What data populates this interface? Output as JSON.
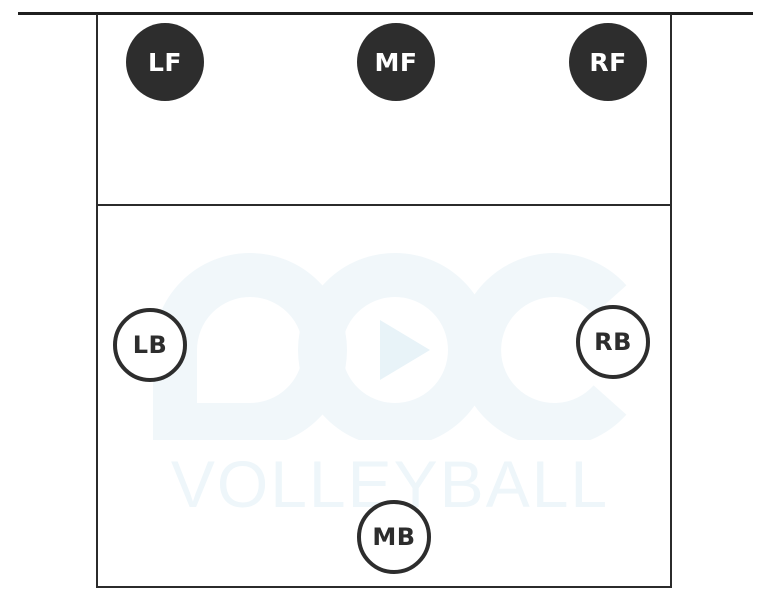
{
  "watermark": {
    "text": "VOLLEYBALL",
    "color": "#eef6fa"
  },
  "players": {
    "front": [
      {
        "id": "lf",
        "label": "LF"
      },
      {
        "id": "mf",
        "label": "MF"
      },
      {
        "id": "rf",
        "label": "RF"
      }
    ],
    "back": [
      {
        "id": "lb",
        "label": "LB"
      },
      {
        "id": "rb",
        "label": "RB"
      },
      {
        "id": "mb",
        "label": "MB"
      }
    ]
  },
  "colors": {
    "line": "#2b2b2b",
    "front_fill": "#2d2d2d",
    "back_fill": "#ffffff"
  }
}
